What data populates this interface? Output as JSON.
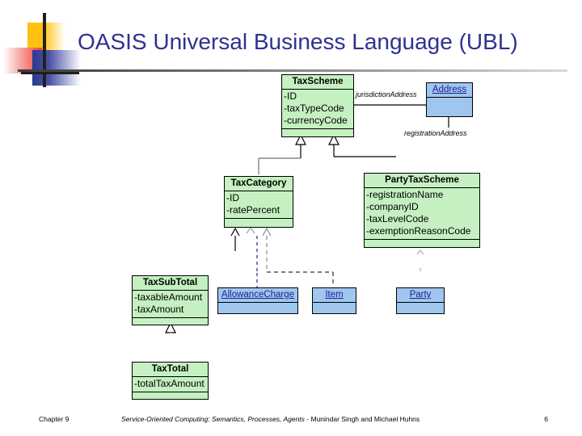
{
  "slide": {
    "title": "OASIS Universal Business Language (UBL)",
    "title_color": "#2e3192",
    "accent_colors": {
      "logo_yellow": "#ffc20e",
      "logo_red": "#ef4136",
      "logo_blue": "#2b3990",
      "class_green": "#c5f0c1",
      "class_blue": "#9fc6ef"
    }
  },
  "diagram": {
    "type": "uml-class-diagram",
    "classes": [
      {
        "id": "taxscheme",
        "name": "TaxScheme",
        "fill": "green",
        "attributes": [
          "-ID",
          "-taxTypeCode",
          "-currencyCode"
        ],
        "operations": []
      },
      {
        "id": "address",
        "name": "Address",
        "fill": "blue",
        "attributes": [],
        "operations": []
      },
      {
        "id": "taxcategory",
        "name": "TaxCategory",
        "fill": "green",
        "attributes": [
          "-ID",
          "-ratePercent"
        ],
        "operations": []
      },
      {
        "id": "partytaxscheme",
        "name": "PartyTaxScheme",
        "fill": "green",
        "attributes": [
          "-registrationName",
          "-companyID",
          "-taxLevelCode",
          "-exemptionReasonCode"
        ],
        "operations": []
      },
      {
        "id": "taxsubtotal",
        "name": "TaxSubTotal",
        "fill": "green",
        "attributes": [
          "-taxableAmount",
          "-taxAmount"
        ],
        "operations": []
      },
      {
        "id": "taxtotal",
        "name": "TaxTotal",
        "fill": "green",
        "attributes": [
          "-totalTaxAmount"
        ],
        "operations": []
      },
      {
        "id": "allowancecharge",
        "name": "AllowanceCharge",
        "fill": "blue",
        "attributes": [],
        "operations": []
      },
      {
        "id": "item",
        "name": "Item",
        "fill": "blue",
        "attributes": [],
        "operations": []
      },
      {
        "id": "party",
        "name": "Party",
        "fill": "blue",
        "attributes": [],
        "operations": []
      }
    ],
    "association_labels": [
      {
        "id": "jurisdiction",
        "text": "jurisdictionAddress"
      },
      {
        "id": "registration",
        "text": "registrationAddress"
      }
    ]
  },
  "footer": {
    "chapter": "Chapter 9",
    "citation_title": "Service-Oriented Computing: Semantics, Processes, Agents",
    "citation_authors": " - Munindar Singh and Michael Huhns",
    "page_number": "6"
  }
}
